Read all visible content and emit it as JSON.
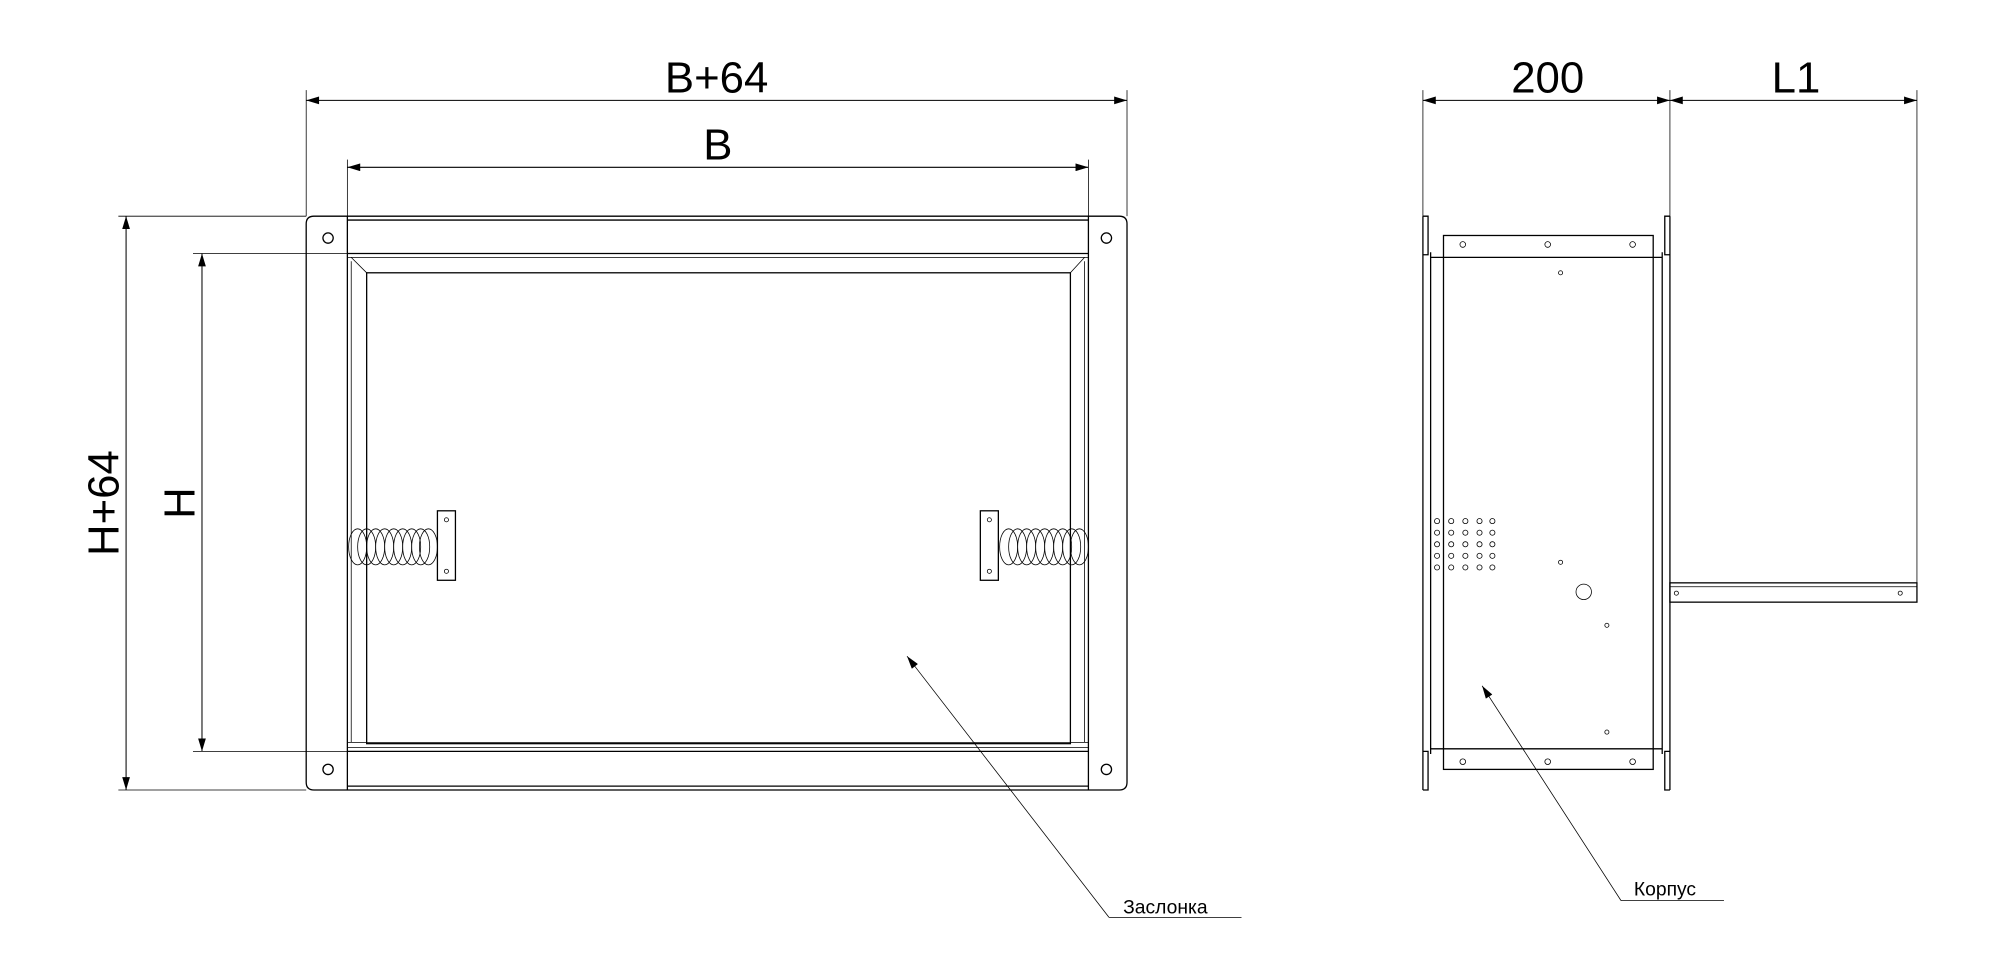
{
  "front_view": {
    "dim_outer_width": "B+64",
    "dim_inner_width": "B",
    "dim_outer_height": "H+64",
    "dim_inner_height": "H",
    "callout": "Заслонка"
  },
  "side_view": {
    "dim_body_depth": "200",
    "dim_rod_length": "L1",
    "callout": "Корпус"
  },
  "colors": {
    "line": "#000000",
    "background": "#ffffff"
  }
}
